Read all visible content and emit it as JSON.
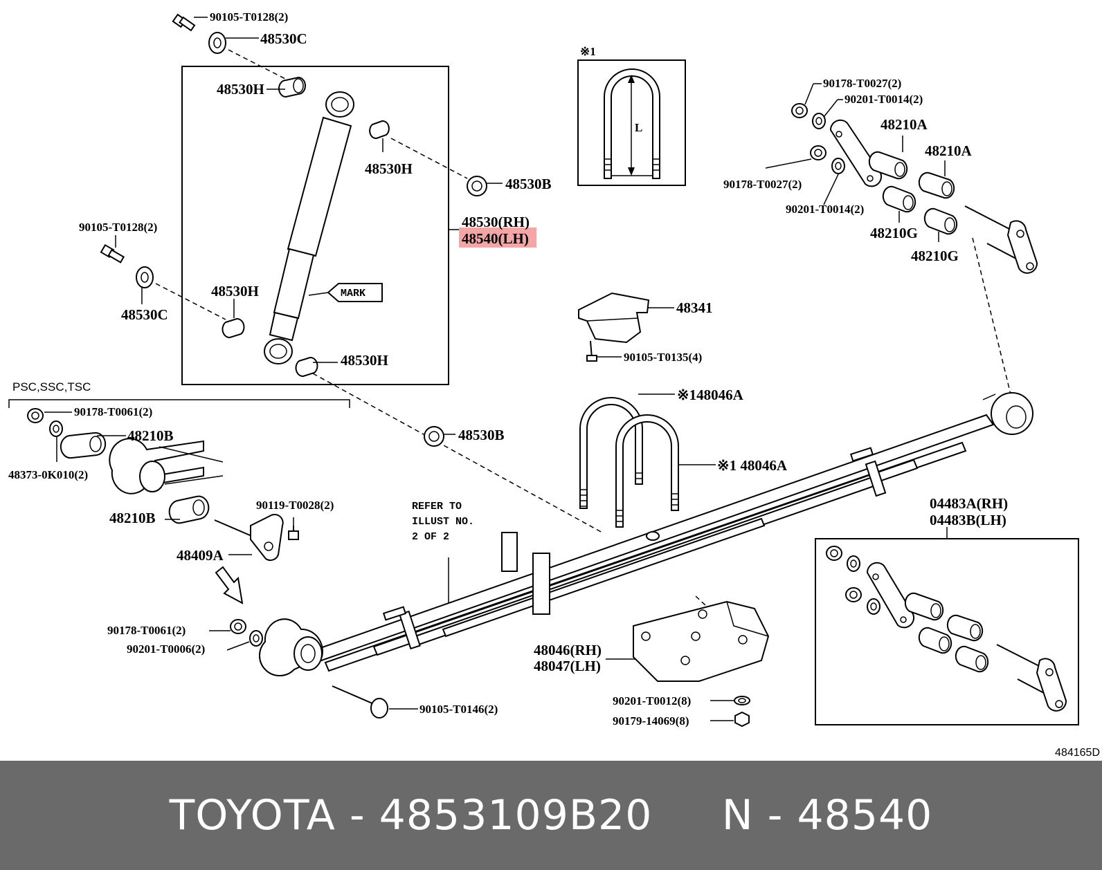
{
  "diagram": {
    "drawing_number": "484165D",
    "note_marker": "※1",
    "dimension_label": "L",
    "group_label": "PSC,SSC,TSC",
    "mark_label": "MARK",
    "refer_note": [
      "REFER TO",
      "ILLUST NO.",
      "2 OF 2"
    ],
    "highlight_color": "#f4a6a6",
    "labels": {
      "bolt_top": "90105-T0128(2)",
      "washer_top": "48530C",
      "bush_h1": "48530H",
      "bush_h2": "48530H",
      "cushion_b1": "48530B",
      "shock_rh": "48530(RH)",
      "shock_lh": "48540(LH)",
      "bolt_left": "90105-T0128(2)",
      "washer_left": "48530C",
      "bush_h3": "48530H",
      "bush_h4": "48530H",
      "cushion_b2": "48530B",
      "bumper": "48341",
      "bumper_bolt": "90105-T0135(4)",
      "ubolt_1": "※148046A",
      "ubolt_2": "※1 48046A",
      "nut_90178_a": "90178-T0027(2)",
      "washer_90201_a": "90201-T0014(2)",
      "nut_90178_b": "90178-T0027(2)",
      "washer_90201_b": "90201-T0014(2)",
      "bush_210a_1": "48210A",
      "bush_210a_2": "48210A",
      "bush_210g_1": "48210G",
      "bush_210g_2": "48210G",
      "nut_t0061": "90178-T0061(2)",
      "bush_210b_1": "48210B",
      "plate_48373": "48373-0K010(2)",
      "bush_210b_2": "48210B",
      "bolt_t0028": "90119-T0028(2)",
      "pin_48409": "48409A",
      "nut_t0061_b": "90178-T0061(2)",
      "washer_t0006": "90201-T0006(2)",
      "bolt_t0146": "90105-T0146(2)",
      "seat_rh": "48046(RH)",
      "seat_lh": "48047(LH)",
      "washer_t0012": "90201-T0012(8)",
      "nut_14069": "90179-14069(8)",
      "shackle_rh": "04483A(RH)",
      "shackle_lh": "04483B(LH)"
    }
  },
  "caption": {
    "brand": "TOYOTA",
    "separator": "-",
    "part_number": "4853109B20",
    "ref_prefix": "N",
    "ref_number": "48540"
  }
}
